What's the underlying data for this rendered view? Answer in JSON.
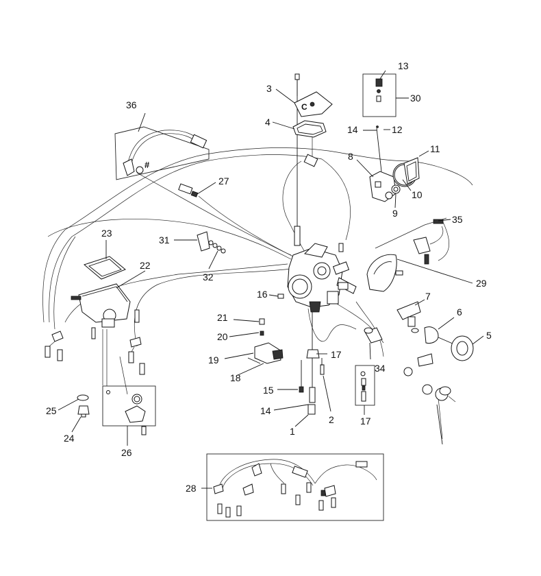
{
  "diagram": {
    "callouts": [
      {
        "id": "1",
        "text": "1"
      },
      {
        "id": "2",
        "text": "2"
      },
      {
        "id": "3",
        "text": "3"
      },
      {
        "id": "4",
        "text": "4"
      },
      {
        "id": "5",
        "text": "5"
      },
      {
        "id": "6",
        "text": "6"
      },
      {
        "id": "7",
        "text": "7"
      },
      {
        "id": "8",
        "text": "8"
      },
      {
        "id": "9",
        "text": "9"
      },
      {
        "id": "10",
        "text": "10"
      },
      {
        "id": "11",
        "text": "11"
      },
      {
        "id": "12",
        "text": "12"
      },
      {
        "id": "13",
        "text": "13"
      },
      {
        "id": "14a",
        "text": "14"
      },
      {
        "id": "14b",
        "text": "14"
      },
      {
        "id": "15",
        "text": "15"
      },
      {
        "id": "16",
        "text": "16"
      },
      {
        "id": "17",
        "text": "17"
      },
      {
        "id": "18",
        "text": "18"
      },
      {
        "id": "19",
        "text": "19"
      },
      {
        "id": "20",
        "text": "20"
      },
      {
        "id": "21",
        "text": "21"
      },
      {
        "id": "22",
        "text": "22"
      },
      {
        "id": "23",
        "text": "23"
      },
      {
        "id": "24",
        "text": "24"
      },
      {
        "id": "25",
        "text": "25"
      },
      {
        "id": "26",
        "text": "26"
      },
      {
        "id": "27",
        "text": "27"
      },
      {
        "id": "28",
        "text": "28"
      },
      {
        "id": "29",
        "text": "29"
      },
      {
        "id": "30",
        "text": "30"
      },
      {
        "id": "31",
        "text": "31"
      },
      {
        "id": "32",
        "text": "32"
      },
      {
        "id": "33",
        "text": "33"
      },
      {
        "id": "34",
        "text": "34"
      },
      {
        "id": "35",
        "text": "35"
      },
      {
        "id": "36",
        "text": "36"
      }
    ],
    "marks": {
      "hash": "#",
      "cap_marking": "C"
    }
  }
}
